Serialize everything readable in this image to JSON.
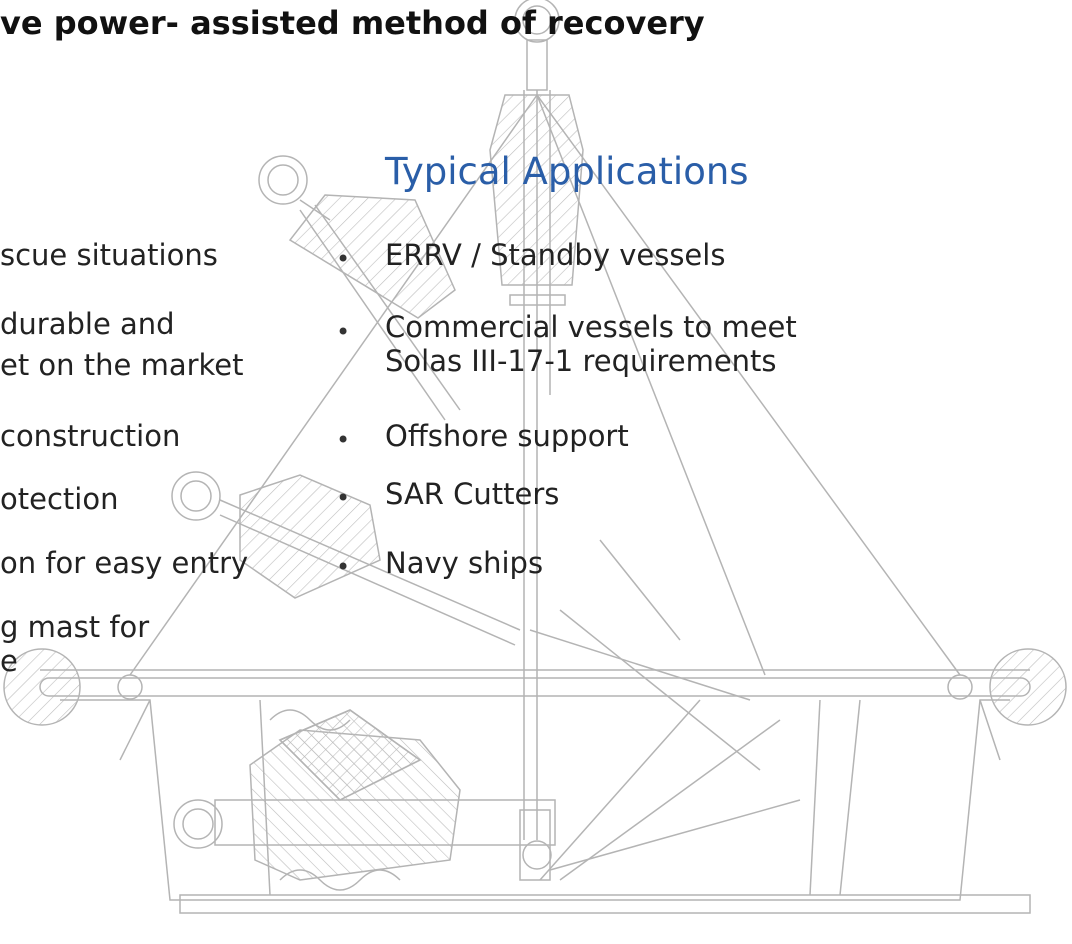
{
  "headline": "ve power- assisted method of recovery",
  "applications": {
    "title": "Typical Applications",
    "items": [
      {
        "line1": "ERRV / Standby vessels",
        "line2": ""
      },
      {
        "line1": "Commercial vessels to meet",
        "line2": "Solas III-17-1 requirements"
      },
      {
        "line1": "Offshore support",
        "line2": ""
      },
      {
        "line1": "SAR Cutters",
        "line2": ""
      },
      {
        "line1": "Navy ships",
        "line2": ""
      }
    ]
  },
  "features": [
    {
      "line1": "scue situations",
      "line2": ""
    },
    {
      "line1": "durable and",
      "line2": "et on the market"
    },
    {
      "line1": "construction",
      "line2": ""
    },
    {
      "line1": "otection",
      "line2": ""
    },
    {
      "line1": "on for easy entry",
      "line2": ""
    },
    {
      "line1": "g mast for",
      "line2": "e"
    }
  ],
  "colors": {
    "accent": "#2a5ea8",
    "drawing_line": "#b4b4b4",
    "text": "#222222"
  }
}
